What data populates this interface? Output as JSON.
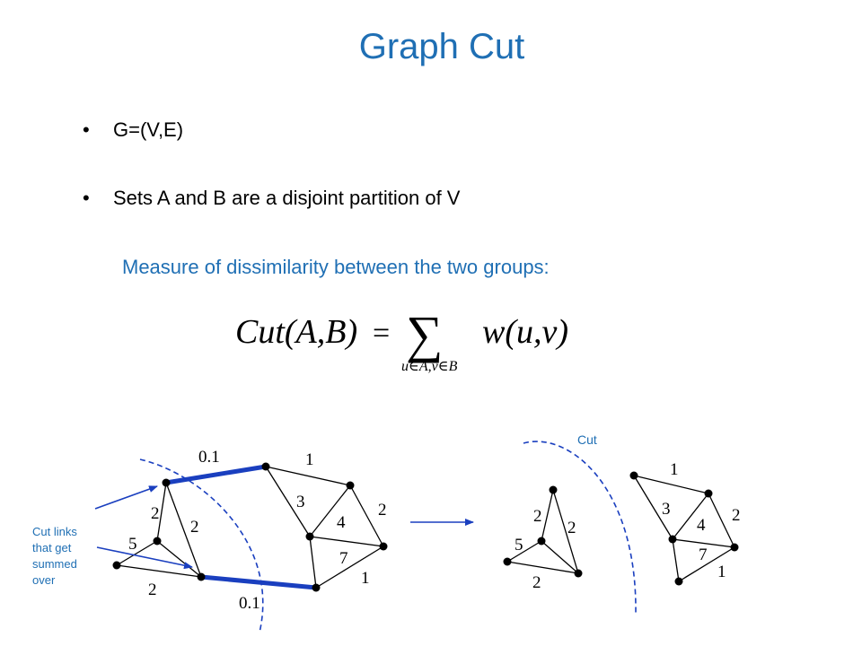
{
  "title": "Graph Cut",
  "bullets": [
    "G=(V,E)",
    "Sets A and B are a disjoint partition of V"
  ],
  "bullet_marker": "•",
  "measure_text": "Measure of dissimilarity between the two groups:",
  "formula": {
    "lhs": "Cut(A,B)",
    "equals": "=",
    "sum": "∑",
    "subscript": "u∈A,v∈B",
    "rhs": "w(u,v)"
  },
  "labels": {
    "cut": "Cut",
    "cut_links": [
      "Cut links",
      "that get",
      "summed",
      "over"
    ]
  },
  "left_graph": {
    "weights": {
      "top_cut": "0.1",
      "bottom_cut": "0.1",
      "top": "1",
      "left_upper": "2",
      "inner_left": "2",
      "left_lower": "5",
      "left_bottom": "2",
      "middle": "3",
      "right_mid": "4",
      "right_upper": "2",
      "right_lower": "7",
      "right_bottom": "1"
    }
  },
  "right_graph": {
    "weights": {
      "A_left": "2",
      "A_right": "2",
      "A_lower": "5",
      "A_bottom": "2",
      "B_top": "1",
      "B_middle": "3",
      "B_mid": "4",
      "B_right": "2",
      "B_lower": "7",
      "B_bottom": "1"
    }
  },
  "colors": {
    "title": "#1f6fb4",
    "accent_text": "#1f6fb4",
    "cut_edge": "#1a3fbf",
    "cut_line": "#1a3fbf",
    "arrow": "#1a3fbf"
  }
}
